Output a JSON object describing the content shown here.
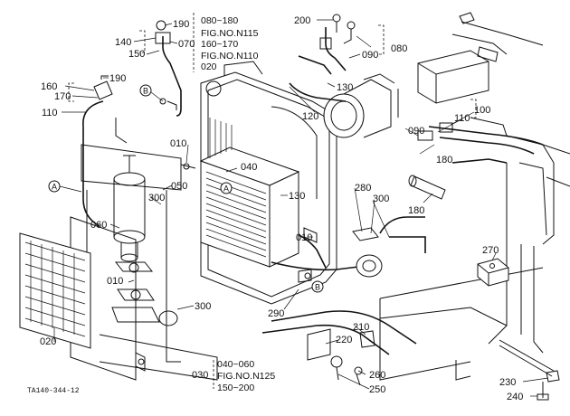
{
  "parts": {
    "p190a": "190",
    "p140": "140",
    "p150": "150",
    "p070": "070",
    "p190b": "190",
    "p160": "160",
    "p170": "170",
    "p110a": "110",
    "p010a": "010",
    "p040": "040",
    "p050": "050",
    "p300a": "300",
    "p060": "060",
    "p130a": "130",
    "p010b": "010",
    "p010c": "010",
    "p020": "020",
    "p300b": "300",
    "p290": "290",
    "p280": "280",
    "p300c": "300",
    "p200": "200",
    "p080": "080",
    "p090a": "090",
    "p130b": "130",
    "p120": "120",
    "p100": "100",
    "p110b": "110",
    "p090b": "090",
    "p180a": "180",
    "p180b": "180",
    "p270": "270",
    "p210": "210",
    "p220": "220",
    "p260": "260",
    "p250": "250",
    "p230": "230",
    "p240": "240",
    "p030": "030"
  },
  "refs_top": {
    "line1": "080~180",
    "line2": "FIG.NO.N115",
    "line3": "160~170",
    "line4": "FIG.NO.N110",
    "line5": "020"
  },
  "refs_bottom": {
    "line1": "040~060",
    "line2": "FIG.NO.N125",
    "line3": "150~200"
  },
  "markers": {
    "a": "A",
    "b": "B"
  },
  "drawing_code": "TA140-344-12"
}
